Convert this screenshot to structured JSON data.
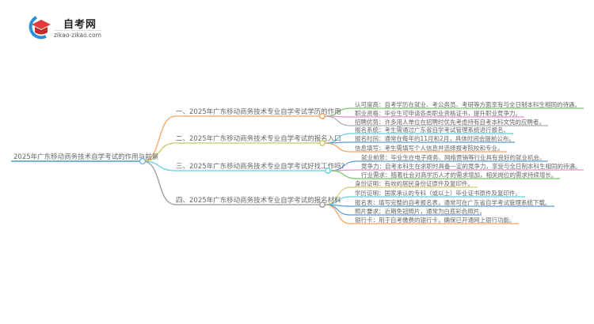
{
  "logo": {
    "title": "自考网",
    "url": "zikao-zikao.com"
  },
  "root": {
    "label": "2025年广东移动商务技术自学考试的作用与前景",
    "color": "#7bb3d6"
  },
  "branches": [
    {
      "label": "一、2025年广东移动商务技术专业自学考试学历的作用",
      "color": "#f5a05a",
      "leaves": [
        {
          "text": "认可度高：自考学历在就业、考公务员、考研等方面享有与全日制本科生相同的待遇。",
          "color": "#7cc46a"
        },
        {
          "text": "职业资格：毕业生可申请各类职业资格证书，提升职业竞争力。",
          "color": "#e88fd0"
        },
        {
          "text": "招聘优势：许多用人单位在招聘时优先考虑持有自考本科文凭的应聘者。",
          "color": "#aaaaaa"
        }
      ]
    },
    {
      "label": "二、2025年广东移动商务技术专业自学考试的报名入口",
      "color": "#c8c860",
      "leaves": [
        {
          "text": "报名系统：考生需通过广东省自学考试管理系统进行报名。",
          "color": "#5fd0e0"
        },
        {
          "text": "报名时间：通常在每年的11月和2月，具体时间会提前公布。",
          "color": "#5a9ad8"
        },
        {
          "text": "信息填写：考生需填写个人信息并选择报考院校和专业。",
          "color": "#f5a05a"
        }
      ]
    },
    {
      "label": "三、2025年广东移动商务技术专业自学考试好找工作吗？",
      "color": "#5fd0e0",
      "leaves": [
        {
          "text": "就业前景：毕业生在电子商务、网络营销等行业具有良好的就业机会。",
          "color": "#5a9ad8"
        },
        {
          "text": "竞争力：自考本科生在求职时具备一定的竞争力，享受与全日制本科生相同的待遇。",
          "color": "#e88fd0"
        },
        {
          "text": "行业需求：随着社会对高学历人才的需求增加，相关岗位的需求持续增长。",
          "color": "#7cc46a"
        }
      ]
    },
    {
      "label": "四、2025年广东移动商务技术专业自学考试的报名材料",
      "color": "#999999",
      "leaves": [
        {
          "text": "身份证明：有效的居民身份证原件及复印件。",
          "color": "#d8d070"
        },
        {
          "text": "学历证明：国家承认的专科（或以上）毕业证书原件及复印件。",
          "color": "#5fd0e0"
        },
        {
          "text": "报名表：填写完整的自考报名表，通常可在广东省自学考试管理系统下载。",
          "color": "#5a9ad8"
        },
        {
          "text": "照片要求：近期免冠照片，通常为白底彩色照片。",
          "color": "#5a9ad8"
        },
        {
          "text": "银行卡：用于自考缴费的银行卡，确保已开通网上银行功能。",
          "color": "#f5a05a"
        }
      ]
    }
  ]
}
